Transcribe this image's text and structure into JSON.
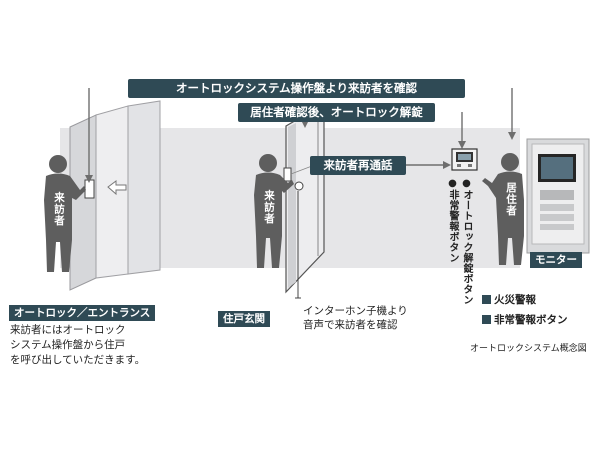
{
  "colors": {
    "banner": "#2f4a55",
    "wall": "#e6e6e8",
    "figure": "#5e5e5e",
    "arrow": "#6e6e6e"
  },
  "banners": {
    "top": "オートロックシステム操作盤より来訪者を確認",
    "second": "居住者確認後、オートロック解錠",
    "recall": "来訪者再通話"
  },
  "figures": {
    "visitor_left": "来訪者",
    "visitor_center": "来訪者",
    "resident": "居住者"
  },
  "labels": {
    "monitor": "モニター",
    "door_note_line1": "インターホン子機より",
    "door_note_line2": "音声で来訪者を確認",
    "entrance": "住戸玄関",
    "panel_button_1": "●オートロック解錠ボタン",
    "panel_button_2": "●非常警報ボタン"
  },
  "autolock_box": {
    "title": "オートロック／エントランス",
    "lines": [
      "来訪者にはオートロック",
      "システム操作盤から住戸",
      "を呼び出していただきます。"
    ]
  },
  "legend": [
    "火災警報",
    "非常警報ボタン"
  ],
  "caption": "オートロックシステム概念図"
}
